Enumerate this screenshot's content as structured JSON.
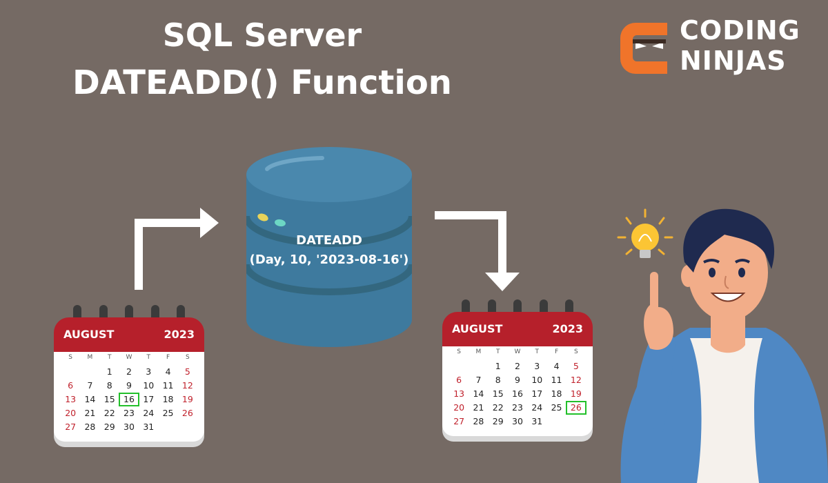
{
  "title": {
    "line1": "SQL Server",
    "line2": "DATEADD() Function"
  },
  "logo": {
    "line1": "CODING",
    "line2": "NINJAS"
  },
  "database": {
    "label_line1": "DATEADD",
    "label_line2": "(Day, 10, '2023-08-16')"
  },
  "colors": {
    "background": "#756a64",
    "calendar_header": "#b6202b",
    "highlight": "#22c02a",
    "db_blue": "#3e7a9e",
    "logo_orange": "#f0742a"
  },
  "calendar_left": {
    "month": "AUGUST",
    "year": "2023",
    "dow": [
      "S",
      "M",
      "T",
      "W",
      "T",
      "F",
      "S"
    ],
    "days": [
      "",
      "",
      "1",
      "2",
      "3",
      "4",
      "5",
      "6",
      "7",
      "8",
      "9",
      "10",
      "11",
      "12",
      "13",
      "14",
      "15",
      "16",
      "17",
      "18",
      "19",
      "20",
      "21",
      "22",
      "23",
      "24",
      "25",
      "26",
      "27",
      "28",
      "29",
      "30",
      "31"
    ],
    "highlight": "16"
  },
  "calendar_right": {
    "month": "AUGUST",
    "year": "2023",
    "dow": [
      "S",
      "M",
      "T",
      "W",
      "T",
      "F",
      "S"
    ],
    "days": [
      "",
      "",
      "1",
      "2",
      "3",
      "4",
      "5",
      "6",
      "7",
      "8",
      "9",
      "10",
      "11",
      "12",
      "13",
      "14",
      "15",
      "16",
      "17",
      "18",
      "19",
      "20",
      "21",
      "22",
      "23",
      "24",
      "25",
      "26",
      "27",
      "28",
      "29",
      "30",
      "31"
    ],
    "highlight": "26"
  },
  "icons": [
    "coding-ninjas-logo-icon",
    "database-icon",
    "calendar-icon",
    "arrow-icon",
    "lightbulb-icon",
    "person-illustration"
  ]
}
